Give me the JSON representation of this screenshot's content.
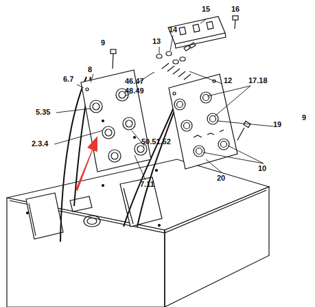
{
  "diagram": {
    "labels": [
      "16",
      "15",
      "14",
      "13",
      "9",
      "8",
      "6.7",
      "46.47",
      "48.49",
      "5.35",
      "12",
      "17.18",
      "19",
      "2.3.4",
      "50.51.52",
      "7.11",
      "9",
      "10",
      "20"
    ]
  }
}
